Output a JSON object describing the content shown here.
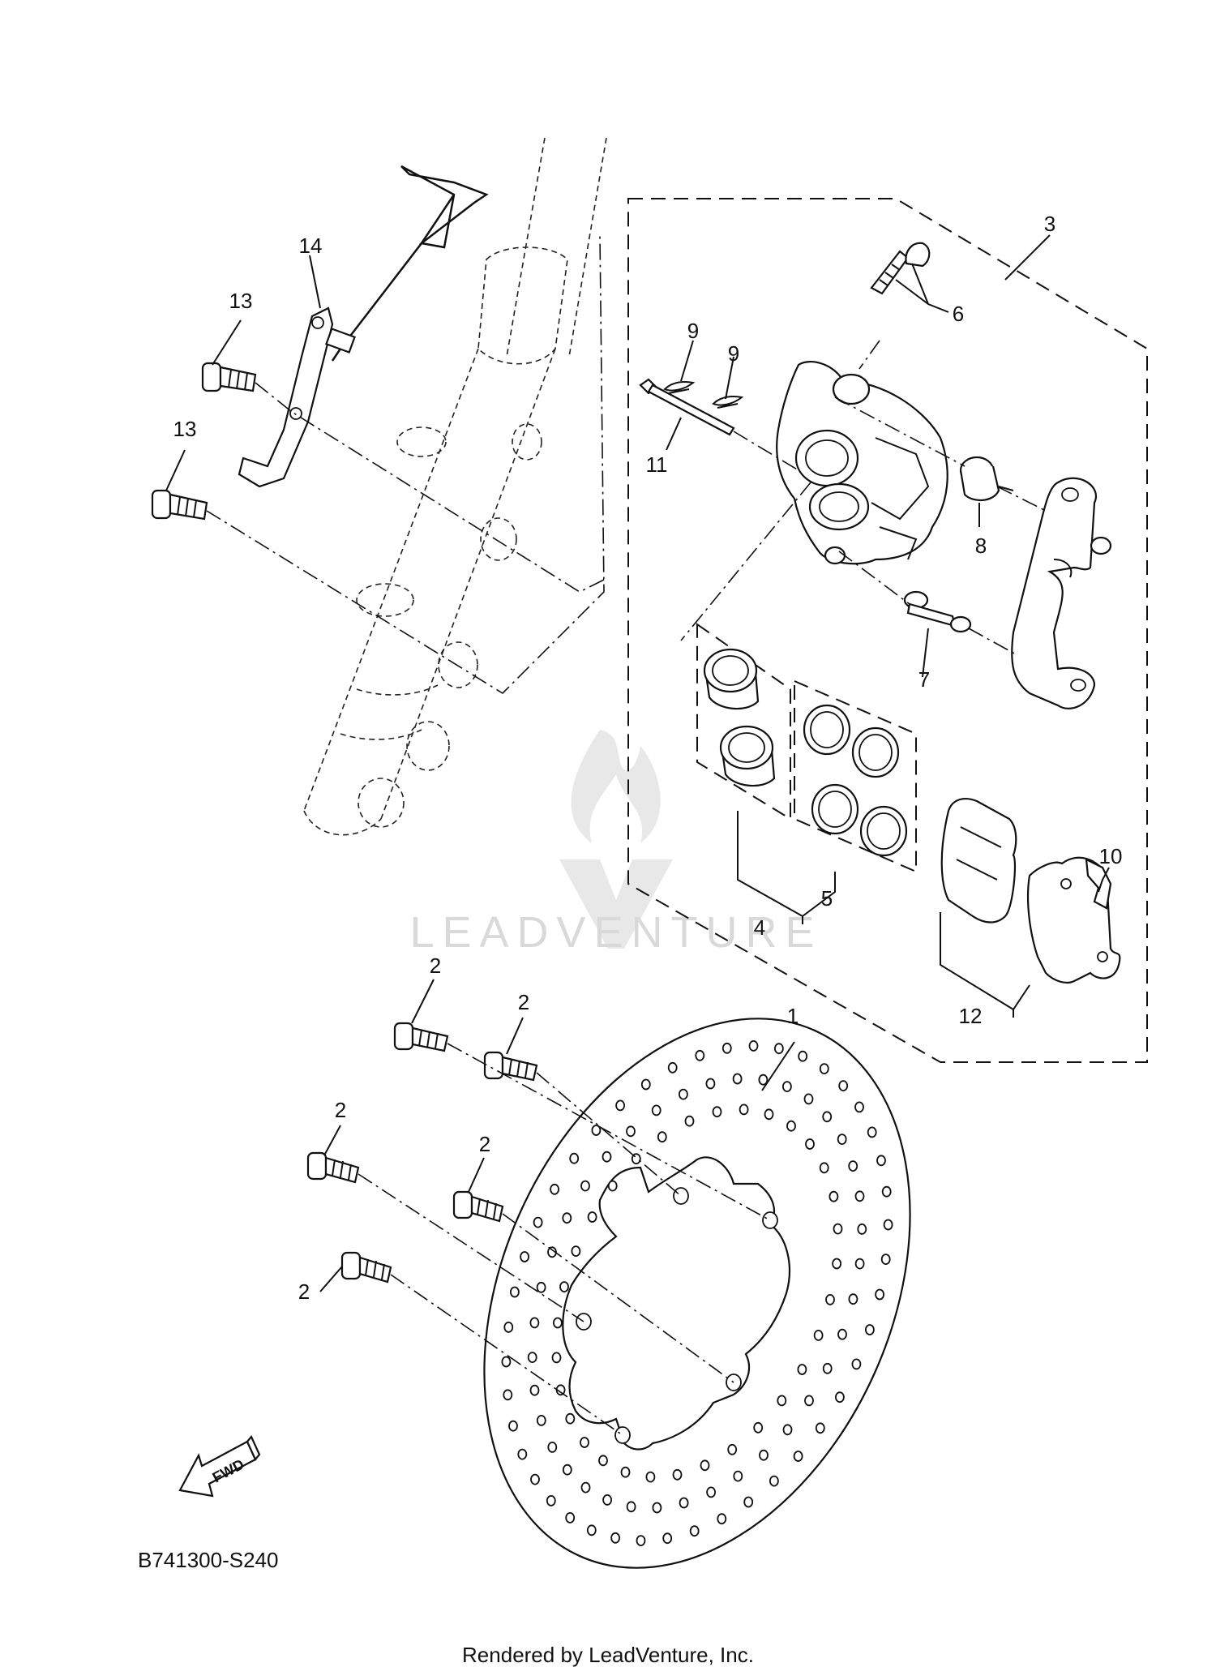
{
  "diagram": {
    "callouts": [
      {
        "id": "c1",
        "label": "1"
      },
      {
        "id": "c2a",
        "label": "2"
      },
      {
        "id": "c2b",
        "label": "2"
      },
      {
        "id": "c2c",
        "label": "2"
      },
      {
        "id": "c2d",
        "label": "2"
      },
      {
        "id": "c2e",
        "label": "2"
      },
      {
        "id": "c3",
        "label": "3"
      },
      {
        "id": "c4",
        "label": "4"
      },
      {
        "id": "c5",
        "label": "5"
      },
      {
        "id": "c6",
        "label": "6"
      },
      {
        "id": "c7",
        "label": "7"
      },
      {
        "id": "c8",
        "label": "8"
      },
      {
        "id": "c9a",
        "label": "9"
      },
      {
        "id": "c9b",
        "label": "9"
      },
      {
        "id": "c10",
        "label": "10"
      },
      {
        "id": "c11",
        "label": "11"
      },
      {
        "id": "c12",
        "label": "12"
      },
      {
        "id": "c13a",
        "label": "13"
      },
      {
        "id": "c13b",
        "label": "13"
      },
      {
        "id": "c14",
        "label": "14"
      }
    ],
    "fwd_label": "FWD",
    "diagram_code": "B741300-S240",
    "watermark": "LEADVENTURE",
    "footer": "Rendered by LeadVenture, Inc."
  }
}
